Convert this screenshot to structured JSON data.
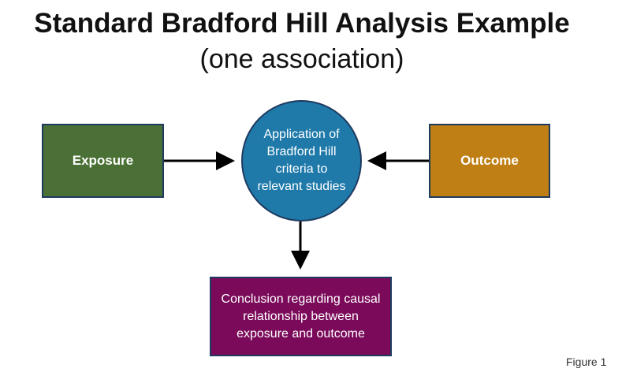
{
  "title": "Standard Bradford Hill Analysis Example",
  "subtitle": "(one association)",
  "nodes": {
    "exposure": "Exposure",
    "outcome": "Outcome",
    "application": "Application of Bradford Hill criteria to relevant studies",
    "conclusion": "Conclusion regarding causal relationship between exposure and outcome"
  },
  "figure_label": "Figure 1",
  "colors": {
    "exposure": "#4a7035",
    "outcome": "#bf7f14",
    "application": "#1f7aaa",
    "conclusion": "#7b0a5a"
  }
}
